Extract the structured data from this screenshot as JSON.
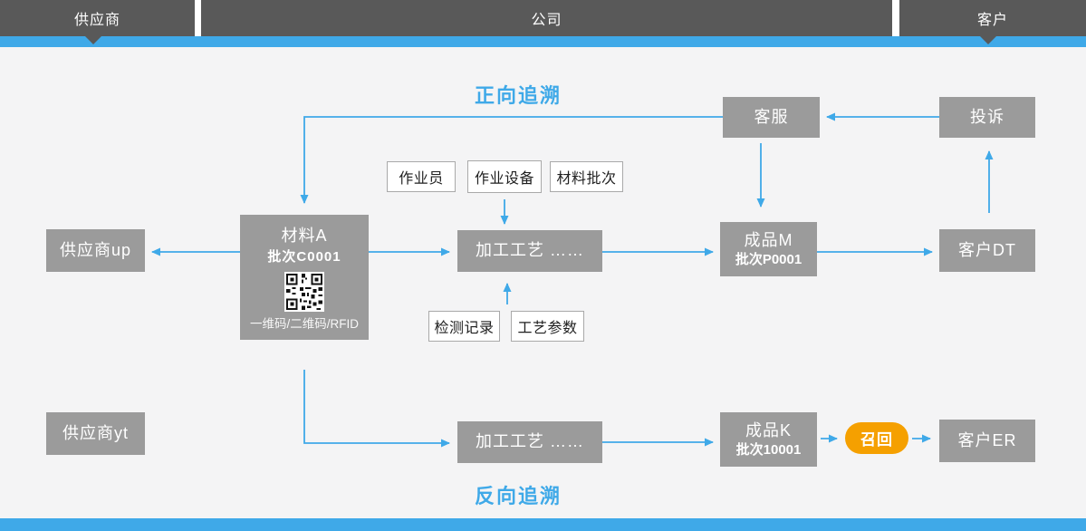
{
  "header": {
    "lanes": {
      "supplier": "供应商",
      "company": "公司",
      "customer": "客户"
    }
  },
  "titles": {
    "forward": "正向追溯",
    "backward": "反向追溯"
  },
  "nodes": {
    "kefu": "客服",
    "tousu": "投诉",
    "material_a": {
      "title": "材料A",
      "batch": "批次C0001",
      "code_caption": "一维码/二维码/RFID"
    },
    "supplier_up": "供应商up",
    "process1": "加工工艺 ……",
    "product_m": {
      "title": "成品M",
      "batch": "批次P0001"
    },
    "customer_dt": "客户DT",
    "supplier_yt": "供应商yt",
    "process2": "加工工艺 ……",
    "product_k": {
      "title": "成品K",
      "batch": "批次10001"
    },
    "recall": "召回",
    "customer_er": "客户ER"
  },
  "tags": {
    "operator": "作业员",
    "equipment": "作业设备",
    "material_batch": "材料批次",
    "inspection": "检测记录",
    "process_params": "工艺参数"
  },
  "colors": {
    "accent_blue": "#3fa9e8",
    "lane_dark": "#595959",
    "node_gray": "#9b9b9b",
    "recall_orange": "#f5a000",
    "background": "#f4f4f5"
  }
}
